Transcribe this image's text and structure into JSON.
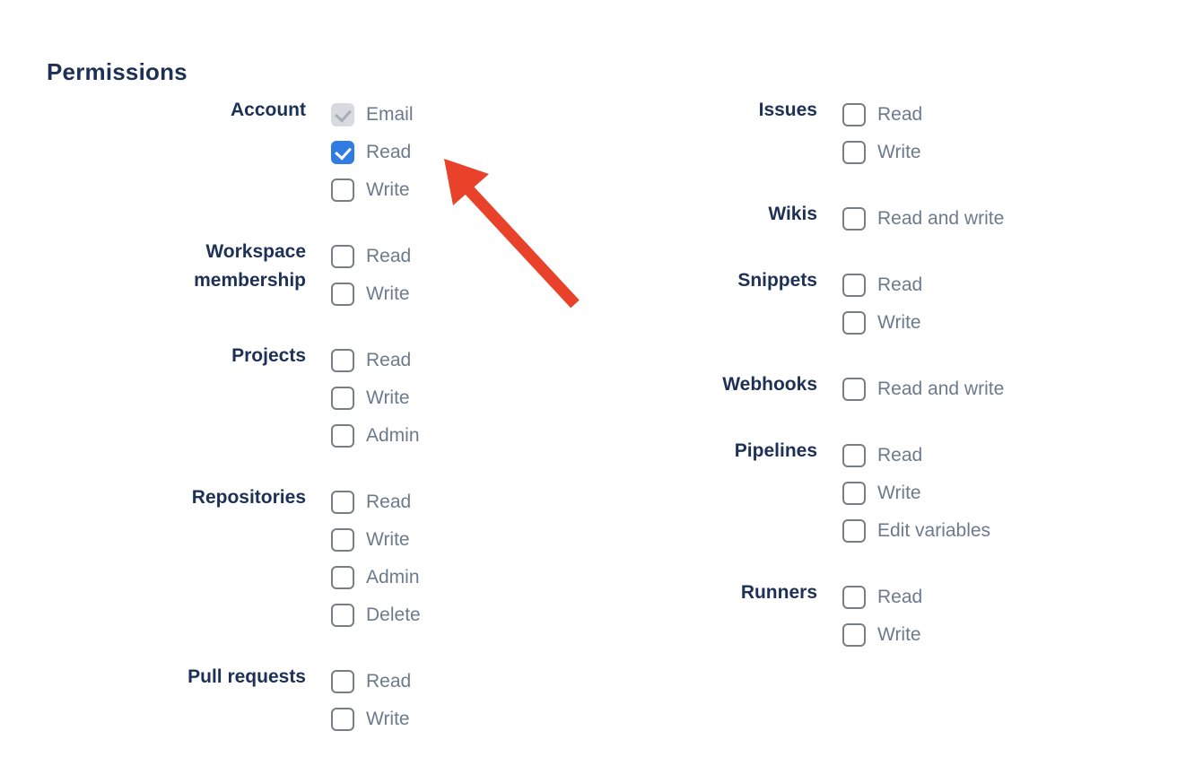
{
  "page": {
    "title": "Permissions"
  },
  "colors": {
    "heading_text": "#1d3156",
    "option_text": "#6d7a8e",
    "checkbox_checked": "#2f7de2",
    "checkbox_disabled_bg": "#d7dade",
    "checkbox_border": "#797e86",
    "arrow": "#e8422b"
  },
  "annotation_arrow": {
    "color": "#e8422b",
    "points_at": "Account Read checkbox"
  },
  "columns": [
    {
      "side": "left",
      "groups": [
        {
          "label": "Account",
          "options": [
            {
              "label": "Email",
              "state": "checked-disabled"
            },
            {
              "label": "Read",
              "state": "checked"
            },
            {
              "label": "Write",
              "state": "unchecked"
            }
          ]
        },
        {
          "label": "Workspace\nmembership",
          "options": [
            {
              "label": "Read",
              "state": "unchecked"
            },
            {
              "label": "Write",
              "state": "unchecked"
            }
          ]
        },
        {
          "label": "Projects",
          "options": [
            {
              "label": "Read",
              "state": "unchecked"
            },
            {
              "label": "Write",
              "state": "unchecked"
            },
            {
              "label": "Admin",
              "state": "unchecked"
            }
          ]
        },
        {
          "label": "Repositories",
          "options": [
            {
              "label": "Read",
              "state": "unchecked"
            },
            {
              "label": "Write",
              "state": "unchecked"
            },
            {
              "label": "Admin",
              "state": "unchecked"
            },
            {
              "label": "Delete",
              "state": "unchecked"
            }
          ]
        },
        {
          "label": "Pull requests",
          "options": [
            {
              "label": "Read",
              "state": "unchecked"
            },
            {
              "label": "Write",
              "state": "unchecked"
            }
          ]
        }
      ]
    },
    {
      "side": "right",
      "groups": [
        {
          "label": "Issues",
          "options": [
            {
              "label": "Read",
              "state": "unchecked"
            },
            {
              "label": "Write",
              "state": "unchecked"
            }
          ]
        },
        {
          "label": "Wikis",
          "options": [
            {
              "label": "Read and write",
              "state": "unchecked"
            }
          ]
        },
        {
          "label": "Snippets",
          "options": [
            {
              "label": "Read",
              "state": "unchecked"
            },
            {
              "label": "Write",
              "state": "unchecked"
            }
          ]
        },
        {
          "label": "Webhooks",
          "options": [
            {
              "label": "Read and write",
              "state": "unchecked"
            }
          ]
        },
        {
          "label": "Pipelines",
          "options": [
            {
              "label": "Read",
              "state": "unchecked"
            },
            {
              "label": "Write",
              "state": "unchecked"
            },
            {
              "label": "Edit variables",
              "state": "unchecked"
            }
          ]
        },
        {
          "label": "Runners",
          "options": [
            {
              "label": "Read",
              "state": "unchecked"
            },
            {
              "label": "Write",
              "state": "unchecked"
            }
          ]
        }
      ]
    }
  ]
}
